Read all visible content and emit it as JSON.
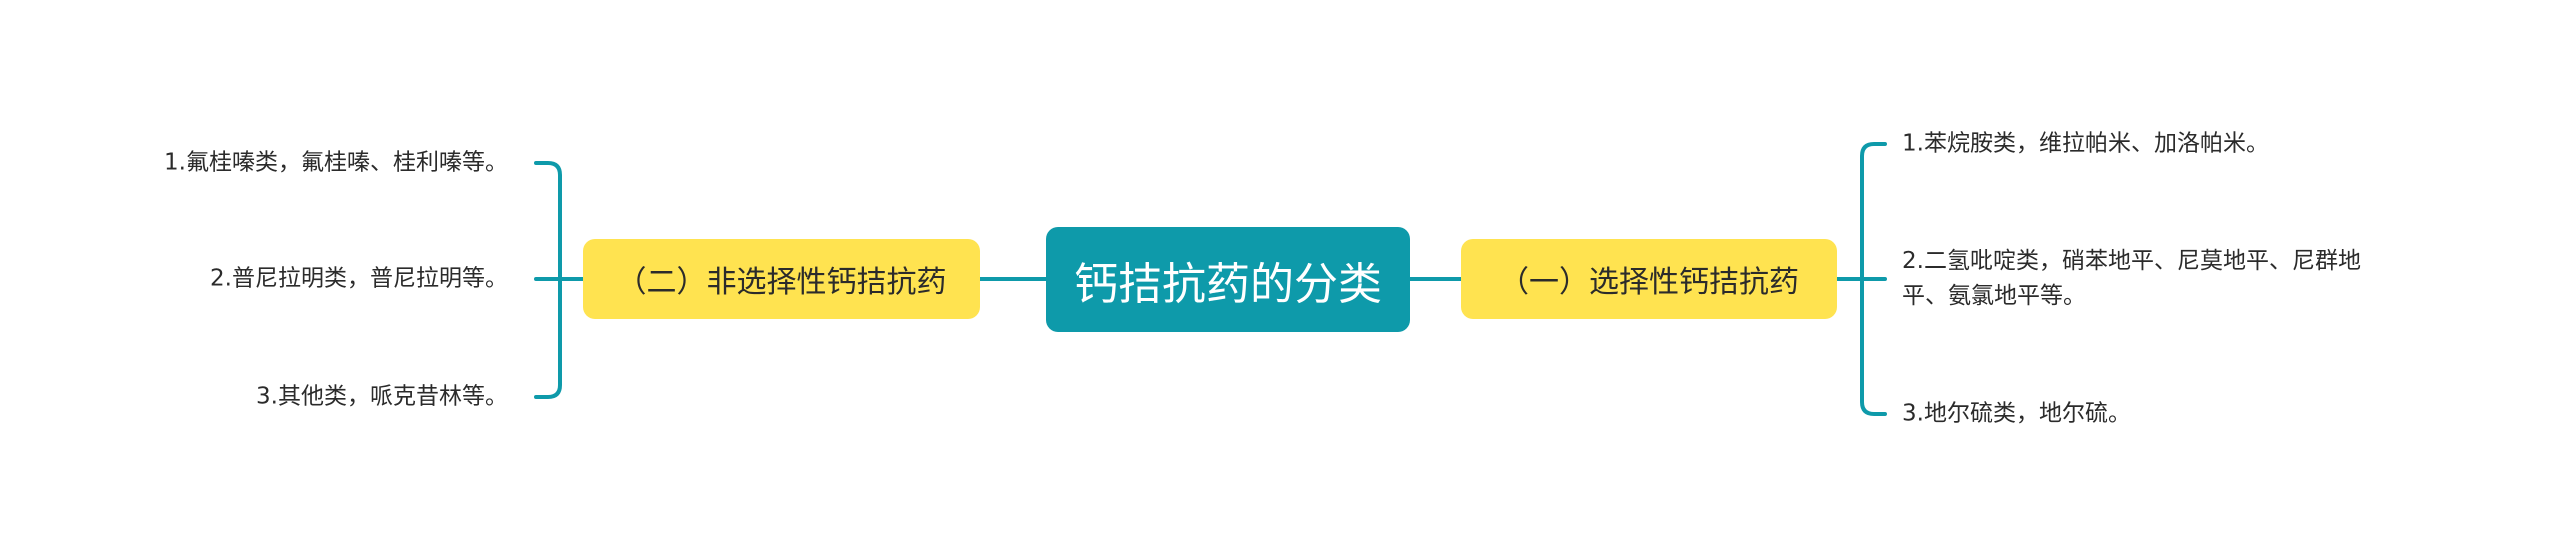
{
  "mindmap": {
    "root": {
      "label": "钙拮抗药的分类"
    },
    "branches": [
      {
        "side": "right",
        "label": "（一）选择性钙拮抗药",
        "children": [
          {
            "label": "1.苯烷胺类，维拉帕米、加洛帕米。"
          },
          {
            "label": "2.二氢吡啶类，硝苯地平、尼莫地平、尼群地平、氨氯地平等。"
          },
          {
            "label": "3.地尔硫类，地尔硫。"
          }
        ]
      },
      {
        "side": "left",
        "label": "（二）非选择性钙拮抗药",
        "children": [
          {
            "label": "1.氟桂嗪类，氟桂嗪、桂利嗪等。"
          },
          {
            "label": "2.普尼拉明类，普尼拉明等。"
          },
          {
            "label": "3.其他类，哌克昔林等。"
          }
        ]
      }
    ]
  },
  "colors": {
    "root_fill": "#0E9AAA",
    "branch_fill": "#FFE350",
    "connector": "#0E9AAA",
    "text_dark": "#2b2b2b",
    "text_light": "#ffffff",
    "background": "#ffffff"
  }
}
